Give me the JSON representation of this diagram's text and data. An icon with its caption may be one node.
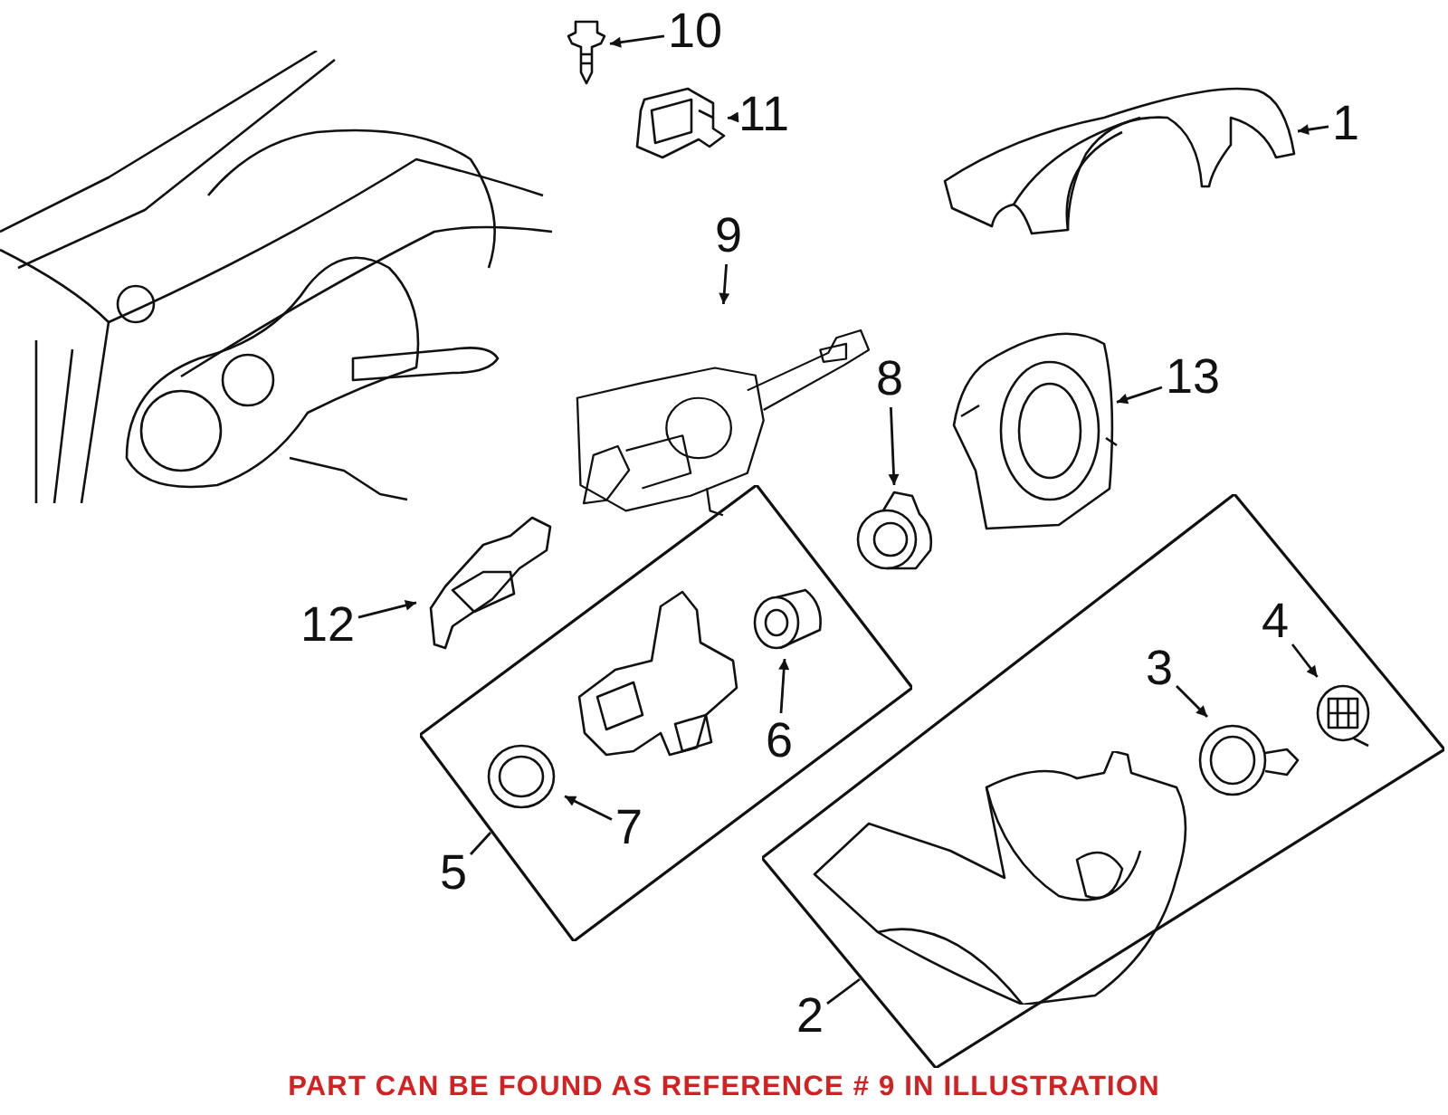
{
  "diagram": {
    "caption": "PART CAN BE FOUND AS REFERENCE # 9 IN ILLUSTRATION",
    "nodes": [
      {
        "text": [
          "10"
        ]
      },
      {
        "text": [],
        "shape": "picture"
      },
      {
        "text": [
          "11"
        ]
      },
      {
        "text": [],
        "shape": "picture"
      },
      {
        "text": [
          "1"
        ]
      },
      {
        "text": [],
        "shape": "picture"
      },
      {
        "text": [
          "9"
        ]
      },
      {
        "text": [],
        "shape": "picture"
      },
      {
        "text": [
          "8"
        ]
      },
      {
        "text": [],
        "shape": "picture"
      },
      {
        "text": [
          "13"
        ]
      },
      {
        "text": [],
        "shape": "picture"
      },
      {
        "text": [
          "12"
        ]
      },
      {
        "text": [],
        "shape": "picture"
      },
      {
        "text": [],
        "shape": "box"
      },
      {
        "text": [],
        "shape": "picture",
        "in": 14
      },
      {
        "text": [
          "6"
        ],
        "in": 14
      },
      {
        "text": [],
        "shape": "picture",
        "in": 14
      },
      {
        "text": [
          "7"
        ],
        "in": 14
      },
      {
        "text": [
          "5"
        ]
      },
      {
        "text": [],
        "shape": "box"
      },
      {
        "text": [
          "4"
        ],
        "in": 20
      },
      {
        "text": [],
        "shape": "picture",
        "in": 20
      },
      {
        "text": [
          "3"
        ],
        "in": 20
      },
      {
        "text": [],
        "shape": "picture",
        "in": 20
      },
      {
        "text": [
          "2"
        ]
      }
    ],
    "edges": [
      {
        "from": 0,
        "to": 1,
        "arrow": "to"
      },
      {
        "from": 2,
        "to": 3,
        "arrow": "to"
      },
      {
        "from": 4,
        "to": 5,
        "arrow": "to"
      },
      {
        "from": 6,
        "to": 7,
        "arrow": "to"
      },
      {
        "from": 8,
        "to": 9,
        "arrow": "to"
      },
      {
        "from": 10,
        "to": 11,
        "arrow": "to"
      },
      {
        "from": 12,
        "to": 13,
        "arrow": "to"
      },
      {
        "from": 16,
        "to": 15,
        "arrow": "to"
      },
      {
        "from": 18,
        "to": 17,
        "arrow": "to"
      },
      {
        "from": 19,
        "to": 14,
        "arrow": "none"
      },
      {
        "from": 21,
        "to": 22,
        "arrow": "to"
      },
      {
        "from": 23,
        "to": 24,
        "arrow": "to"
      },
      {
        "from": 25,
        "to": 20,
        "arrow": "none"
      }
    ]
  }
}
